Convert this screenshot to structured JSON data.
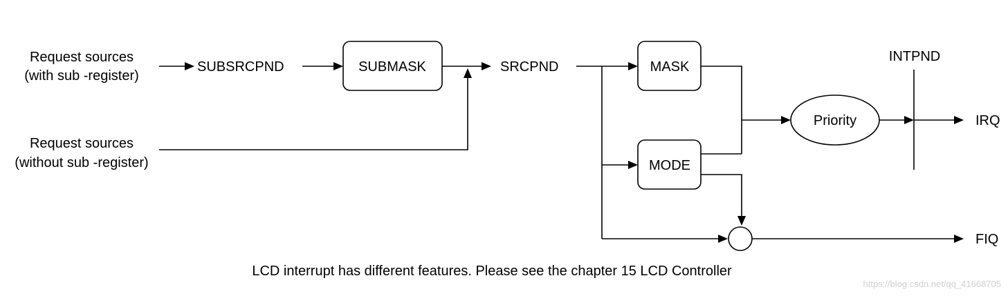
{
  "sources": {
    "with_sub_line1": "Request sources",
    "with_sub_line2": "(with sub -register)",
    "without_sub_line1": "Request sources",
    "without_sub_line2": "(without sub -register)"
  },
  "registers": {
    "subsrcpnd": "SUBSRCPND",
    "submask": "SUBMASK",
    "srcpnd": "SRCPND",
    "mask": "MASK",
    "mode": "MODE",
    "priority": "Priority",
    "intpnd": "INTPND"
  },
  "outputs": {
    "irq": "IRQ",
    "fiq": "FIQ"
  },
  "caption": "LCD interrupt has different features. Please see the chapter 15 LCD Controller",
  "watermark": "https://blog.csdn.net/qq_41668705"
}
